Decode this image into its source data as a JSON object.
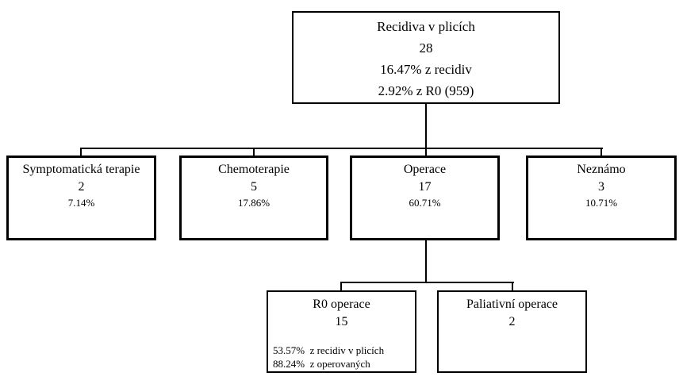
{
  "diagram": {
    "root_node": {
      "label": "Recidiva v plicích",
      "count": "28",
      "pct_line1": "16.47% z recidiv",
      "pct_line2": "2.92% z R0 (959)"
    },
    "level2": [
      {
        "label": "Symptomatická terapie",
        "count": "2",
        "percent": "7.14%"
      },
      {
        "label": "Chemoterapie",
        "count": "5",
        "percent": "17.86%"
      },
      {
        "label": "Operace",
        "count": "17",
        "percent": "60.71%"
      },
      {
        "label": "Neznámo",
        "count": "3",
        "percent": "10.71%"
      }
    ],
    "level3": [
      {
        "label": "R0 operace",
        "count": "15",
        "detail_line1": "53.57%  z recidiv v plicích",
        "detail_line2": "88.24%  z operovaných"
      },
      {
        "label": "Paliativní operace",
        "count": "2"
      }
    ],
    "colors": {
      "background": "#ffffff",
      "border": "#000000",
      "text": "#000000"
    }
  }
}
